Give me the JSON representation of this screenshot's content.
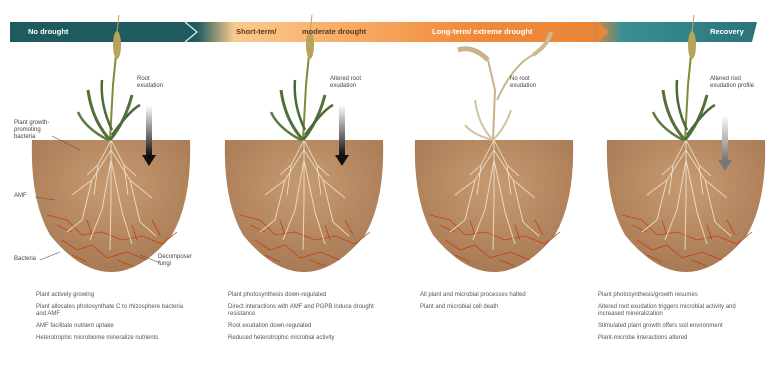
{
  "banner": {
    "stage1": "No drought",
    "stage2a": "Short-term/",
    "stage2b": "moderate drought",
    "stage3": "Long-term/ extreme drought",
    "stage4": "Recovery"
  },
  "colors": {
    "dark_teal": "#1f5a5d",
    "orange": "#f08a3b",
    "pale_orange": "#fbc98f",
    "soil": "#b98c66",
    "hyphae": "#c23f1b",
    "teal_end": "#3a8f93"
  },
  "labels": {
    "root_exudation": [
      "Root",
      "exudation"
    ],
    "altered_exudation": [
      "Altered root",
      "exudation"
    ],
    "no_exudation": [
      "No root",
      "exudation"
    ],
    "altered_profile": [
      "Altered root",
      "exudation profile"
    ],
    "pgpb": [
      "Plant growth-",
      "promoting",
      "bacteria"
    ],
    "amf": "AMF",
    "bacteria": "Bacteria",
    "fungi": [
      "Decomposer",
      "fungi"
    ]
  },
  "notes": {
    "col1": [
      "Plant actively growing",
      "Plant allocates photosynthate C to rhizosphere bacteria and AMF",
      "AMF facilitate nutrient uptake",
      "Heterotrophic microbiome mineralize nutrients"
    ],
    "col2": [
      "Plant photosynthesis down-regulated",
      "Direct interactions with AMF and PGPB induce drought resistance",
      "Root exudation down-regulated",
      "Reduced heterotrophic microbial activity"
    ],
    "col3": [
      "All plant and microbial processes halted",
      "Plant and microbial cell death"
    ],
    "col4": [
      "Plant photosynthesis/growth resumes",
      "Altered root exudation triggers microbial activity and increased mineralization",
      "Stimulated plant growth offers soil environment",
      "Plant-microbe interactions altered"
    ]
  }
}
